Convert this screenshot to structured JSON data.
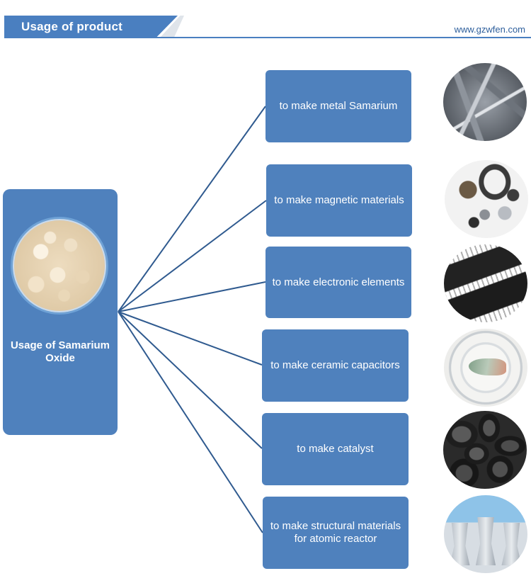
{
  "header": {
    "title": "Usage of product",
    "url": "www.gzwfen.com",
    "accent_color": "#4a7fc0"
  },
  "hub": {
    "label": "Usage of Samarium Oxide",
    "color": "#4f81bd"
  },
  "usages": [
    {
      "label": "to make metal Samarium",
      "photo": "samarium-metal-photo"
    },
    {
      "label": "to make magnetic materials",
      "photo": "magnetic-materials-photo"
    },
    {
      "label": "to make electronic elements",
      "photo": "electronic-chip-photo"
    },
    {
      "label": "to make ceramic capacitors",
      "photo": "ceramic-plate-photo"
    },
    {
      "label": "to make catalyst",
      "photo": "catalyst-pellets-photo"
    },
    {
      "label": "to make structural materials for atomic reactor",
      "photo": "cooling-towers-photo"
    }
  ]
}
